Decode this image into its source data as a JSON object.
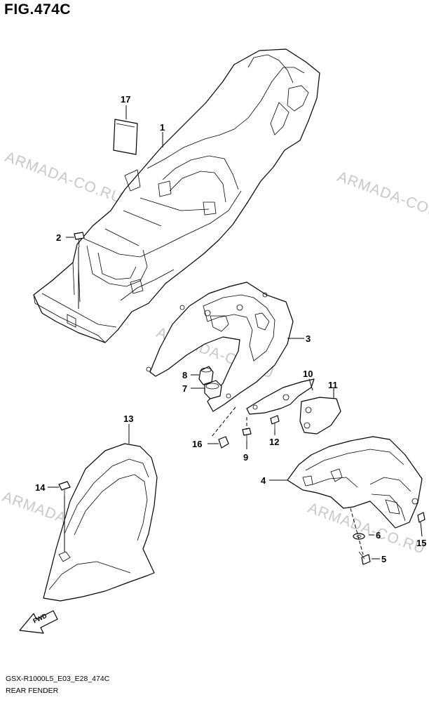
{
  "figure_title": "FIG.474C",
  "watermarks": [
    "ARMADA-CO.RU",
    "ARMADA-CO.RU",
    "ARMADA-CO.RU",
    "ARMADA-CO.RU",
    "ARMADA-CO.RU"
  ],
  "footer": {
    "code": "GSX-R1000L5_E03_E28_474C",
    "description": "REAR FENDER"
  },
  "part_labels": [
    "1",
    "2",
    "3",
    "4",
    "5",
    "6",
    "7",
    "8",
    "9",
    "10",
    "11",
    "12",
    "13",
    "14",
    "15",
    "16",
    "17"
  ],
  "icons": {
    "direction_arrow": "fwd-arrow-icon",
    "direction_text": "FWD"
  }
}
